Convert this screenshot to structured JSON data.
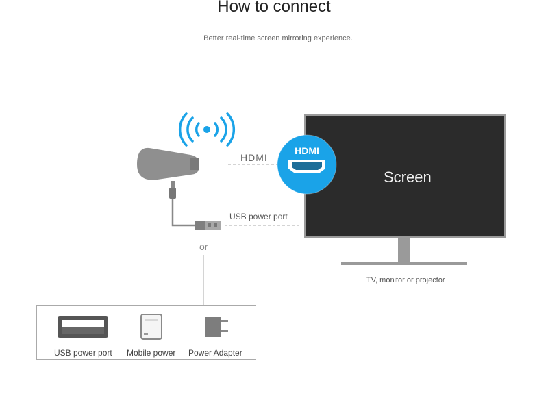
{
  "header": {
    "title": "How to connect",
    "subtitle": "Better real-time screen mirroring experience."
  },
  "connectors": {
    "hdmi_label": "HDMI",
    "usb_label": "USB power port",
    "or_label": "or"
  },
  "hdmi_badge": {
    "text": "HDMI",
    "color": "#1aa3e8"
  },
  "tv": {
    "screen_text": "Screen",
    "caption": "TV, monitor or projector",
    "screen_color": "#2b2b2b",
    "frame_color": "#9a9a9a"
  },
  "power_options": [
    {
      "label": "USB power port",
      "icon": "usb-port-icon"
    },
    {
      "label": "Mobile power",
      "icon": "power-bank-icon"
    },
    {
      "label": "Power Adapter",
      "icon": "power-adapter-icon"
    }
  ],
  "icons": {
    "wifi": "wireless-signal-icon",
    "dongle": "dongle-icon",
    "usb_plug": "usb-plug-icon",
    "hdmi_connector": "hdmi-connector-icon"
  },
  "colors": {
    "wifi_blue": "#1aa3e8",
    "device_gray": "#8f8f8f"
  }
}
